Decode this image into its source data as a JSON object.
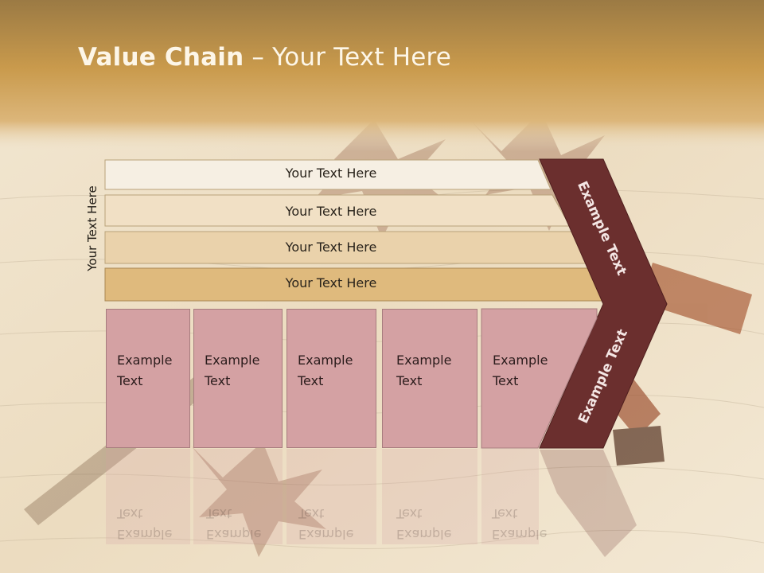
{
  "title": {
    "bold": "Value Chain",
    "rest": " – Your Text Here"
  },
  "side_label": "Your Text Here",
  "rows": [
    "Your Text Here",
    "Your Text Here",
    "Your Text Here",
    "Your Text Here"
  ],
  "boxes": [
    [
      "Example",
      "Text"
    ],
    [
      "Example",
      "Text"
    ],
    [
      "Example",
      "Text"
    ],
    [
      "Example",
      "Text"
    ],
    [
      "Example",
      "Text"
    ]
  ],
  "chevron_top_label": "Example Text",
  "chevron_bottom_label": "Example Text",
  "colors": {
    "header_band": "#c99a4c",
    "box_fill": "#d4a1a3",
    "chevron_fill": "#6b2f2e",
    "row_fills": [
      "#f6efe3",
      "#f1e0c5",
      "#ead2ab",
      "#dfba7d"
    ]
  }
}
